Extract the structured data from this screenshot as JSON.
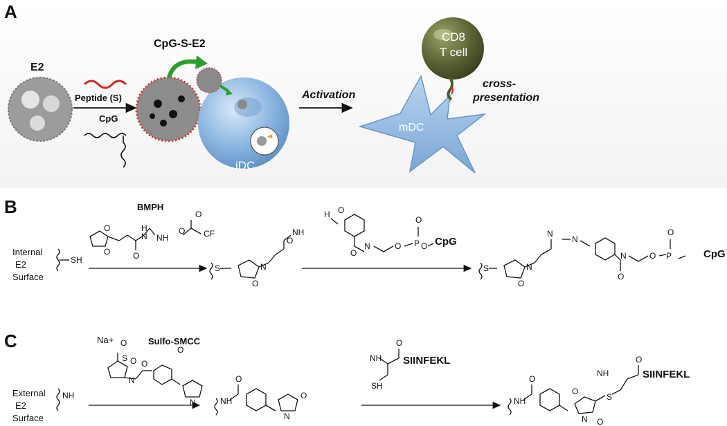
{
  "panel_a": {
    "letter": "A",
    "e2_label": "E2",
    "peptide_label": "Peptide (S)",
    "cpg_label": "CpG",
    "conjugate_label": "CpG-S-E2",
    "idc_label": "iDC",
    "activation_label": "Activation",
    "mdc_label": "mDC",
    "tcell_line1": "CD8",
    "tcell_line2": "T cell",
    "cross_line1": "cross-",
    "cross_line2": "presentation"
  },
  "panel_b": {
    "letter": "B",
    "reagent_name": "BMPH",
    "surface_line1": "Internal",
    "surface_line2": "E2",
    "surface_line3": "Surface",
    "sh": "SH",
    "s": "S",
    "o": "O",
    "n": "N",
    "h": "H",
    "nh3": "NH",
    "cf3": "CF",
    "cpg": "CpG",
    "p": "P"
  },
  "panel_c": {
    "letter": "C",
    "reagent_name": "Sulfo-SMCC",
    "na": "Na+",
    "surface_line1": "External",
    "surface_line2": "E2",
    "surface_line3": "Surface",
    "nh3": "NH",
    "peptide": "SIINFEKL",
    "sh": "SH",
    "s": "S",
    "o": "O",
    "n": "N",
    "nh": "NH"
  }
}
